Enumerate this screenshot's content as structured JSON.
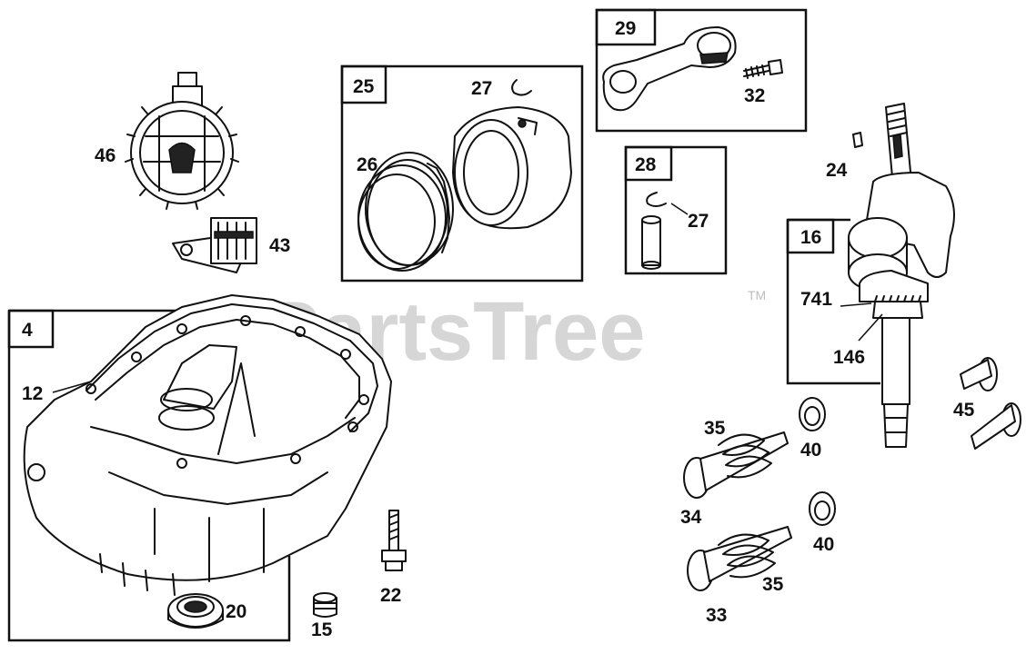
{
  "watermark": {
    "text": "PartsTree",
    "trademark": "TM"
  },
  "groups": [
    {
      "id": "g4",
      "number": "4"
    },
    {
      "id": "g25",
      "number": "25"
    },
    {
      "id": "g29",
      "number": "29"
    },
    {
      "id": "g28",
      "number": "28"
    },
    {
      "id": "g16",
      "number": "16"
    }
  ],
  "callouts": {
    "p46": "46",
    "p43": "43",
    "p12": "12",
    "p20": "20",
    "p15": "15",
    "p22": "22",
    "p27a": "27",
    "p26": "26",
    "p27b": "27",
    "p32": "32",
    "p24": "24",
    "p741": "741",
    "p146": "146",
    "p45": "45",
    "p35a": "35",
    "p40a": "40",
    "p34": "34",
    "p40b": "40",
    "p35b": "35",
    "p33": "33"
  }
}
